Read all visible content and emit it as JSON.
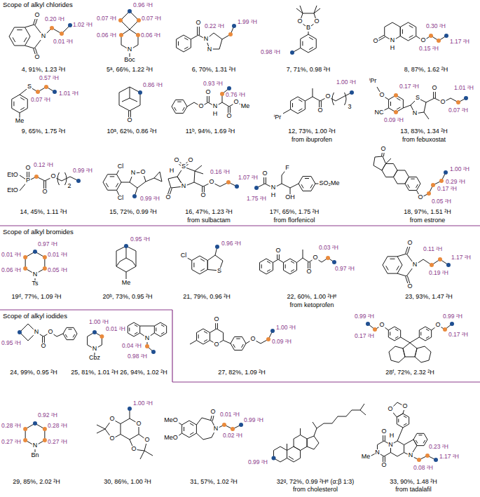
{
  "diagram": {
    "labels": [
      "Scope of alkyl chlorides",
      "O",
      "N",
      "O",
      "0.20 ²H",
      "1.02 ²H",
      "0.01 ²H",
      "4, 91%, 1.23 ²H",
      "0.96 ²H",
      "0.07 ²H",
      "0.07 ²H",
      "0.06 ²H",
      "0.06 ²H",
      "N",
      "Boc",
      "5ᵃ, 66%, 1.22 ²H",
      "O",
      "0.22 ²H",
      "1.99 ²H",
      "N",
      "N",
      "6, 70%, 1.31 ²H",
      "O",
      "O",
      "B",
      "0.98 ²H",
      "7, 71%, 0.98 ²H",
      "0.30 ²H",
      "O",
      "N",
      "H",
      "O",
      "0.15 ²H",
      "1.17 ²H",
      "8, 87%, 1.62 ²H",
      "S",
      "0.57 ²H",
      "0.07 ²H",
      "1.01 ²H",
      "Me",
      "9, 65%, 1.75 ²H",
      "0.86 ²H",
      "O",
      "10ᵃ, 62%, 0.86 ²H",
      "0.93 ²H",
      "O",
      "0.76 ²H",
      "O",
      "N",
      "H",
      "O",
      "Me",
      "O",
      "11ᵇ, 94%, 1.69 ²H",
      "1.00 ²H",
      "O",
      "O",
      "3",
      "ⁱPr",
      "12, 73%, 1.00 ²H",
      "from ibuprofen",
      "ⁱPr",
      "0.17 ²H",
      "O",
      "O",
      "1.01 ²H",
      "S",
      "O",
      "0.07 ²H",
      "NC",
      "N",
      "0.09 ²H",
      "13, 83%, 1.34 ²H",
      "from febuxostat",
      "O",
      "EtO",
      "0.12 ²H",
      "0.99 ²H",
      "O",
      "P",
      "2",
      "EtO",
      "O",
      "14, 45%, 1.11 ²H",
      "Cl",
      "N",
      "O",
      "Cl",
      "0.99 ²H",
      "15, 72%, 0.99 ²H",
      "O",
      "O",
      "S",
      "H",
      "0.16 ²H",
      "1.07 ²H",
      "O",
      "N",
      "O",
      "O",
      "16, 47%, 1.23 ²H",
      "from sulbactam",
      "F",
      "O",
      "SO₂Me",
      "N",
      "H",
      "OH",
      "1.75 ²H",
      "17ᶜ, 65%, 1.75 ²H",
      "from florfenicol",
      "O",
      "1.00 ²H",
      "0.29 ²H",
      "0.17 ²H",
      "O",
      "0.05 ²H",
      "18, 97%, 1.51 ²H",
      "from estrone",
      "Scope of alkyl bromides",
      "0.97 ²H",
      "0.01 ²H",
      "0.01 ²H",
      "0.06 ²H",
      "0.05 ²H",
      "N",
      "Ts",
      "19ᵈ, 77%, 1.09 ²H",
      "0.95 ²H",
      "Me",
      "20ᵇ, 73%, 0.95 ²H",
      "0.96 ²H",
      "Cl",
      "S",
      "21, 79%, 0.96 ²H",
      "0.03 ²H",
      "O",
      "O",
      "0.97 ²H",
      "O",
      "22, 60%, 1.00 ²Hᵉ",
      "from ketoprofen",
      "O",
      "0.11 ²H",
      "1.17 ²H",
      "N",
      "0.19 ²H",
      "O",
      "23, 93%, 1.47 ²H",
      "Scope of alkyl iodides",
      "N",
      "O",
      "0.95 ²H",
      "O",
      "24, 99%, 0.95 ²H",
      "1.00 ²H",
      "0.01 ²H",
      "N",
      "Cbz",
      "25, 81%, 1.01 ²H",
      "N",
      "0.04 ²H",
      "0.98 ²H",
      "26, 94%, 1.02 ²H",
      "O",
      "1.00 ²H",
      "O",
      "0.09 ²H",
      "O",
      "27, 82%, 1.09 ²H",
      "0.99 ²H",
      "0.99 ²H",
      "O",
      "O",
      "0.17 ²H",
      "0.17 ²H",
      "28ᶠ, 72%, 2.32 ²H",
      "0.92 ²H",
      "0.28 ²H",
      "0.28 ²H",
      "0.27 ²H",
      "0.27 ²H",
      "N",
      "Bn",
      "29, 85%, 2.02 ²H",
      "1.00 ²H",
      "O",
      "O",
      "O",
      "O",
      "O",
      "30, 86%, 1.00 ²H",
      "O",
      "0.01 ²H",
      "MeO",
      "0.99 ²H",
      "N",
      "0.02 ²H",
      "MeO",
      "31, 57%, 1.02 ²H",
      "0.99 ²H",
      "32ᵍ, 72%, 0.99 ²Hᵉ (α:β 1:3)",
      "from cholesterol",
      "O",
      "O",
      "O",
      "H",
      "N",
      "0.23 ²H",
      "N",
      "N",
      "Me",
      "1.17 ²H",
      "O",
      "0.08 ²H",
      "33, 90%, 1.48 ²H",
      "from tadalafil"
    ]
  }
}
